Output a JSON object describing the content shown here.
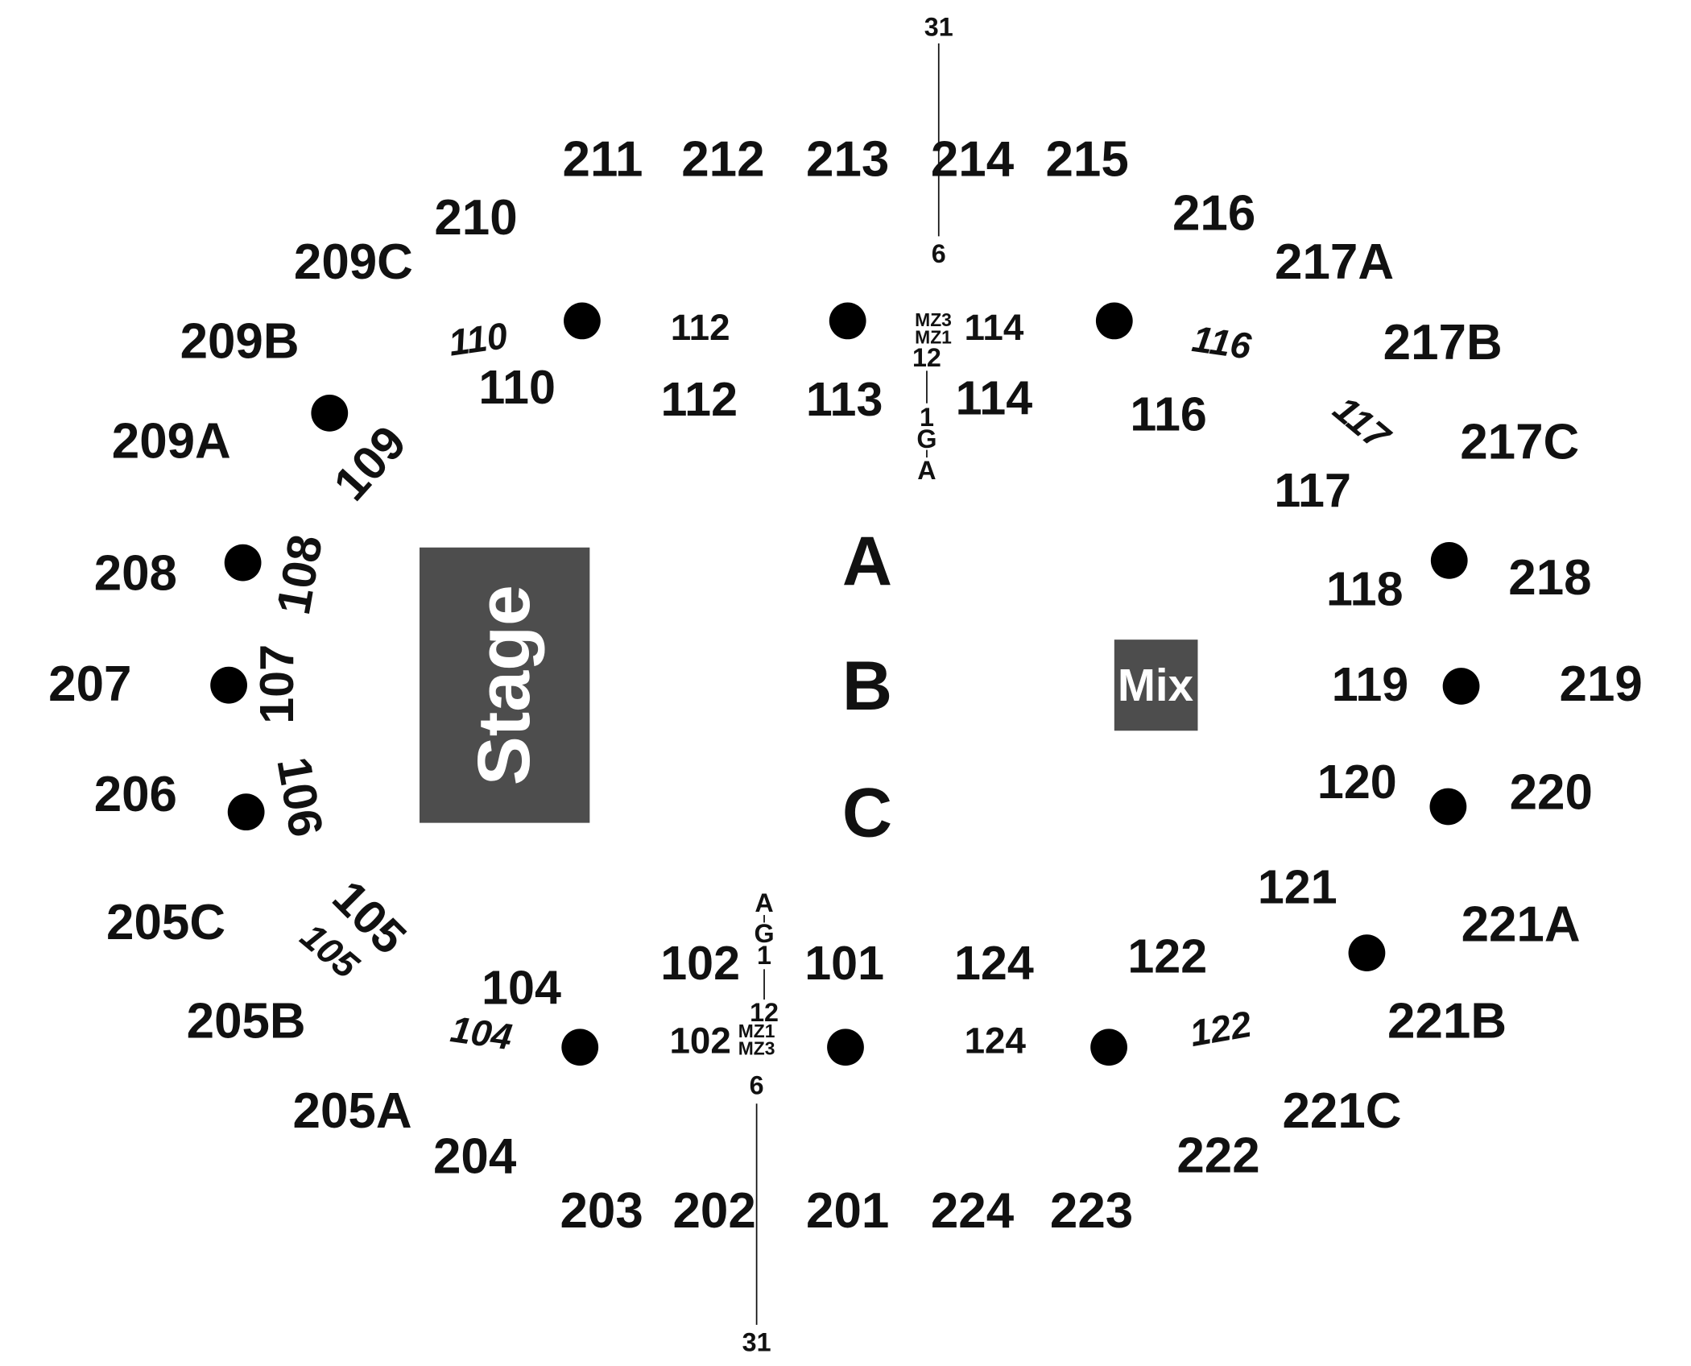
{
  "colors": {
    "stage_fill": "#4d4d4d",
    "mix_fill": "#4d4d4d",
    "accessible_icon": "#2145d1",
    "label_text": "#111111",
    "background": "#ffffff"
  },
  "stage": {
    "label": "Stage"
  },
  "mix": {
    "label": "Mix"
  },
  "floor": {
    "a": "A",
    "b": "B",
    "c": "C"
  },
  "sections_200": {
    "s201": "201",
    "s202": "202",
    "s203": "203",
    "s204": "204",
    "s205a": "205A",
    "s205b": "205B",
    "s205c": "205C",
    "s206": "206",
    "s207": "207",
    "s208": "208",
    "s209a": "209A",
    "s209b": "209B",
    "s209c": "209C",
    "s210": "210",
    "s211": "211",
    "s212": "212",
    "s213": "213",
    "s214": "214",
    "s215": "215",
    "s216": "216",
    "s217a": "217A",
    "s217b": "217B",
    "s217c": "217C",
    "s218": "218",
    "s219": "219",
    "s220": "220",
    "s221a": "221A",
    "s221b": "221B",
    "s221c": "221C",
    "s222": "222",
    "s223": "223",
    "s224": "224"
  },
  "sections_100": {
    "s101": "101",
    "s102": "102",
    "s104": "104",
    "s105": "105",
    "s106": "106",
    "s107": "107",
    "s108": "108",
    "s109": "109",
    "s110": "110",
    "s112": "112",
    "s113": "113",
    "s114": "114",
    "s116": "116",
    "s117": "117",
    "s118": "118",
    "s119": "119",
    "s120": "120",
    "s121": "121",
    "s122": "122",
    "s124": "124"
  },
  "sections_100_secondary": {
    "s102": "102",
    "s104": "104",
    "s105": "105",
    "s110": "110",
    "s112": "112",
    "s114": "114",
    "s116": "116",
    "s117": "117",
    "s122": "122",
    "s124": "124"
  },
  "top_aisle": {
    "row_31": "31",
    "row_6": "6",
    "mz3": "MZ3",
    "mz1": "MZ1",
    "row_12": "12",
    "row_1": "1",
    "row_g": "G",
    "row_a": "A"
  },
  "bottom_aisle": {
    "row_a": "A",
    "row_g": "G",
    "row_1": "1",
    "row_12": "12",
    "mz1": "MZ1",
    "mz3": "MZ3",
    "row_6": "6",
    "row_31": "31"
  },
  "accessible_icon_name": "wheelchair-icon"
}
